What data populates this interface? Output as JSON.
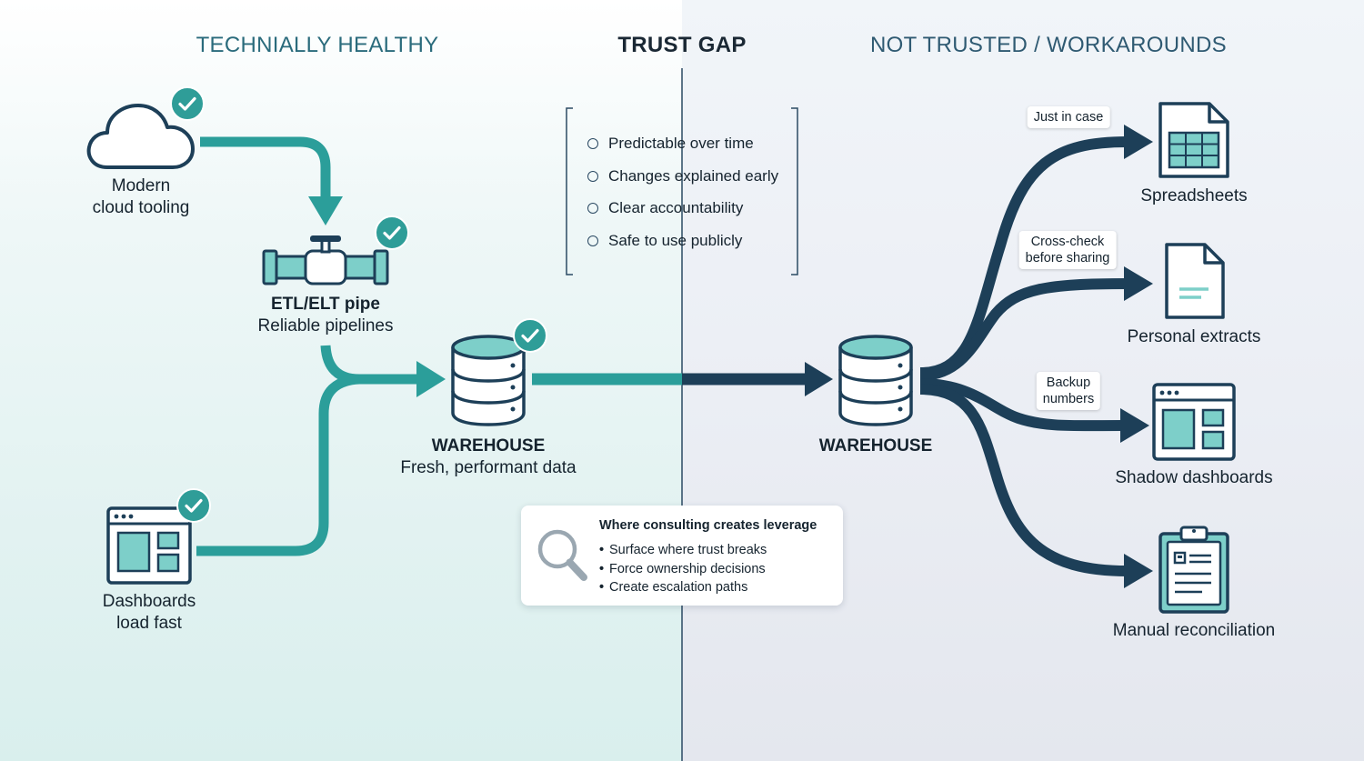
{
  "headings": {
    "left": "TECHNIALLY HEALTHY",
    "center": "TRUST GAP",
    "right": "NOT TRUSTED / WORKAROUNDS"
  },
  "left_nodes": {
    "cloud": {
      "line1": "Modern",
      "line2": "cloud tooling",
      "icon": "cloud-icon"
    },
    "pipe": {
      "title": "ETL/ELT pipe",
      "subtitle": "Reliable pipelines",
      "icon": "pipe-icon"
    },
    "dashboards": {
      "line1": "Dashboards",
      "line2": "load fast",
      "icon": "dashboard-icon"
    },
    "warehouse": {
      "title": "WAREHOUSE",
      "subtitle": "Fresh, performant data",
      "icon": "database-icon"
    }
  },
  "trust_gap": {
    "items": [
      "Predictable over time",
      "Changes explained early",
      "Clear accountability",
      "Safe to use publicly"
    ]
  },
  "right_warehouse": {
    "title": "WAREHOUSE",
    "icon": "database-icon"
  },
  "workarounds": [
    {
      "name": "Spreadsheets",
      "tag": "Just in case",
      "icon": "spreadsheet-icon"
    },
    {
      "name": "Personal extracts",
      "tag_line1": "Cross-check",
      "tag_line2": "before sharing",
      "icon": "document-icon"
    },
    {
      "name": "Shadow dashboards",
      "tag_line1": "Backup",
      "tag_line2": "numbers",
      "icon": "dashboard-icon"
    },
    {
      "name": "Manual reconciliation",
      "icon": "clipboard-icon"
    }
  ],
  "consulting": {
    "title": "Where consulting creates leverage",
    "bullets": [
      "Surface where trust breaks",
      "Force ownership decisions",
      "Create escalation paths"
    ]
  },
  "colors": {
    "teal": "#2b9e9a",
    "teal_fill": "#7dcfc9",
    "navy": "#1d3f58",
    "check_badge": "#2f9d98"
  }
}
